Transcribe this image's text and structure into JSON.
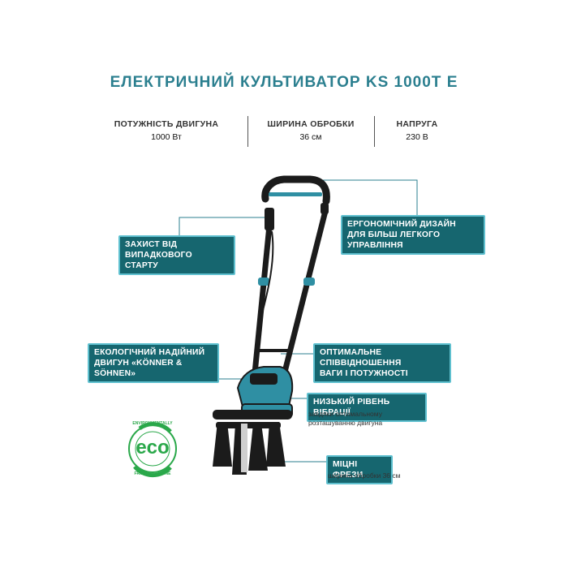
{
  "title": "ЕЛЕКТРИЧНИЙ КУЛЬТИВАТОР KS 1000T E",
  "specs": [
    {
      "label": "ПОТУЖНІСТЬ ДВИГУНА",
      "value": "1000 Вт"
    },
    {
      "label": "ШИРИНА ОБРОБКИ",
      "value": "36 см"
    },
    {
      "label": "НАПРУГА",
      "value": "230 В"
    }
  ],
  "callouts": {
    "ergonomic": {
      "line1": "ЕРГОНОМІЧНИЙ ДИЗАЙН",
      "line2": "ДЛЯ БІЛЬШ ЛЕГКОГО УПРАВЛІННЯ"
    },
    "protection": {
      "line1": "ЗАХИСТ ВІД ВИПАДКОВОГО",
      "line2": "СТАРТУ"
    },
    "engine": {
      "line1": "ЕКОЛОГІЧНИЙ НАДІЙНИЙ",
      "line2": "ДВИГУН «KÖNNER & SÖHNEN»"
    },
    "ratio": {
      "line1": "ОПТИМАЛЬНЕ СПІВВІДНОШЕННЯ",
      "line2": "ВАГИ І ПОТУЖНОСТІ"
    },
    "vibration": {
      "label": "НИЗЬКИЙ РІВЕНЬ ВІБРАЦІЇ",
      "note1": "завдяки оптимальному",
      "note2": "розташуванню двигуна"
    },
    "tillers": {
      "label": "МІЦНІ ФРЕЗИ",
      "note": "ширина обробки 36 см"
    }
  },
  "eco_badge": {
    "main": "eco",
    "ring_top": "ENVIRONMENTALLY",
    "ring_bottom": "FRIENDLY ENGINE",
    "color": "#2aa84a"
  },
  "colors": {
    "accent": "#16666f",
    "accent_border": "#5fc0cf",
    "product_body": "#2f8fa3"
  }
}
